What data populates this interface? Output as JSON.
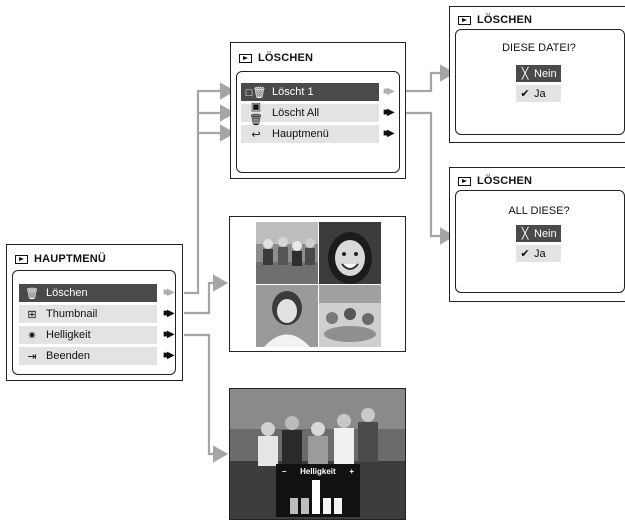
{
  "main_menu": {
    "title": "HAUPTMENÜ",
    "items": [
      {
        "icon": "trash-icon",
        "glyph": "🗑",
        "label": "Löschen",
        "selected": true
      },
      {
        "icon": "thumbnail-grid-icon",
        "glyph": "⊞",
        "label": "Thumbnail",
        "selected": false
      },
      {
        "icon": "brightness-icon",
        "glyph": "✷",
        "label": "Helligkeit",
        "selected": false
      },
      {
        "icon": "exit-icon",
        "glyph": "⇥",
        "label": "Beenden",
        "selected": false
      }
    ]
  },
  "delete_menu": {
    "title": "LÖSCHEN",
    "items": [
      {
        "icon": "delete-one-icon",
        "glyph": "□🗑",
        "label": "Löscht 1",
        "selected": true
      },
      {
        "icon": "delete-all-icon",
        "glyph": "▣🗑",
        "label": "Löscht All",
        "selected": false
      },
      {
        "icon": "return-icon",
        "glyph": "↩",
        "label": "Hauptmenü",
        "selected": false
      }
    ]
  },
  "confirm_single": {
    "title": "LÖSCHEN",
    "question": "DIESE DATEI?",
    "options": [
      {
        "glyph": "╳",
        "label": "Nein",
        "selected": true
      },
      {
        "glyph": "✔",
        "label": "Ja",
        "selected": false
      }
    ]
  },
  "confirm_all": {
    "title": "LÖSCHEN",
    "question": "ALL DIESE?",
    "options": [
      {
        "glyph": "╳",
        "label": "Nein",
        "selected": true
      },
      {
        "glyph": "✔",
        "label": "Ja",
        "selected": false
      }
    ]
  },
  "brightness_overlay": {
    "label": "Helligkeit",
    "minus": "–",
    "plus": "+",
    "level_bars": 5,
    "active_bar": 3
  },
  "colors": {
    "arrow": "#a5a5a5",
    "selected_row": "#4a4a4a",
    "plain_row": "#e3e3e3"
  }
}
